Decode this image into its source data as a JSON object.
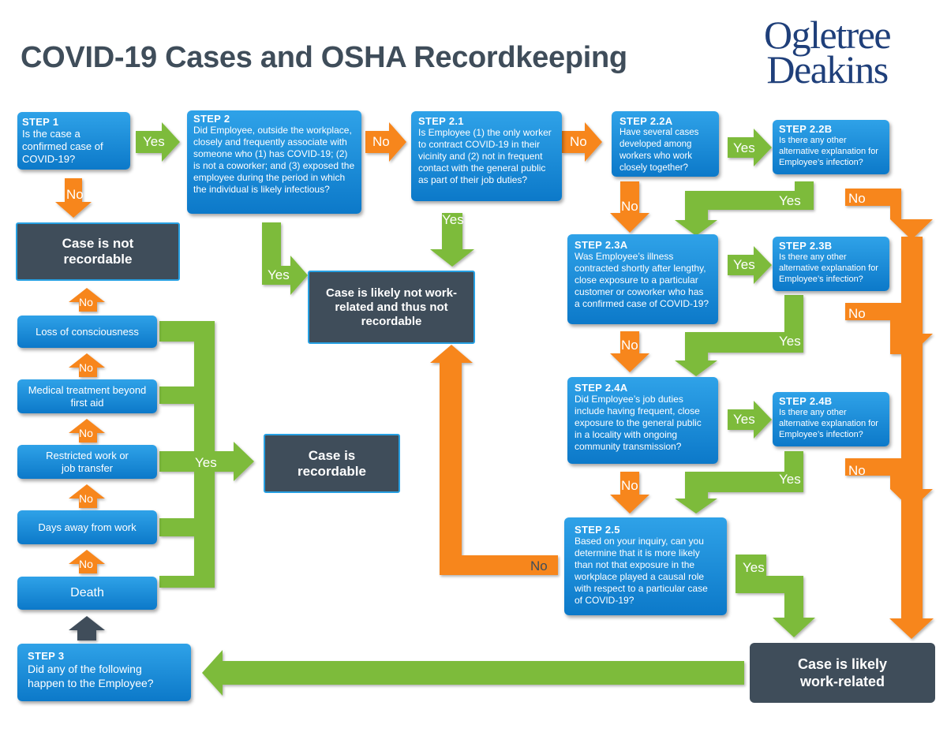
{
  "title": "COVID-19 Cases and OSHA Recordkeeping",
  "logo": {
    "line1": "Ogletree",
    "line2": "Deakins"
  },
  "colors": {
    "blue": "#1a8bd8",
    "dark": "#3f4d5a",
    "green": "#7dbb3a",
    "orange": "#f7861e"
  },
  "steps": {
    "s1": {
      "label": "STEP 1",
      "question": "Is the case a confirmed case of COVID-19?"
    },
    "s2": {
      "label": "STEP 2",
      "question": "Did Employee, outside the workplace, closely and frequently associate with someone who (1) has COVID-19; (2) is not a coworker; and (3) exposed the employee during the period in which the individual is likely infectious?"
    },
    "s21": {
      "label": "STEP 2.1",
      "question": "Is Employee (1) the only worker to contract COVID-19 in their vicinity and (2) not in frequent contact with the general public as part of their job duties?"
    },
    "s22a": {
      "label": "STEP 2.2A",
      "question": "Have several cases developed among workers who work closely together?"
    },
    "s22b": {
      "label": "STEP 2.2B",
      "question": "Is there any other alternative explanation for Employee’s infection?"
    },
    "s23a": {
      "label": "STEP 2.3A",
      "question": "Was Employee’s illness contracted shortly after lengthy, close exposure to a particular customer or coworker who has a confirmed case of COVID-19?"
    },
    "s23b": {
      "label": "STEP 2.3B",
      "question": "Is there any other alternative explanation for Employee’s infection?"
    },
    "s24a": {
      "label": "STEP 2.4A",
      "question": "Did Employee’s job duties include having frequent, close exposure to the general public in a locality with ongoing community transmission?"
    },
    "s24b": {
      "label": "STEP 2.4B",
      "question": "Is there any other alternative explanation for Employee’s infection?"
    },
    "s25": {
      "label": "STEP 2.5",
      "question": "Based on your inquiry, can you determine that it is more likely than not that exposure in the workplace played a causal role with respect to a particular case of COVID-19?"
    },
    "s3": {
      "label": "STEP 3",
      "question": "Did any of the following happen to the Employee?"
    }
  },
  "outcomes": {
    "not_recordable": "Case is not recordable",
    "likely_not_work": "Case is likely not work-related and thus not recordable",
    "recordable": "Case is recordable",
    "likely_work": "Case is likely work-related"
  },
  "step3_options": [
    "Loss of consciousness",
    "Medical treatment beyond first aid",
    "Restricted work or job transfer",
    "Days away from work",
    "Death"
  ],
  "yes": "Yes",
  "no": "No"
}
